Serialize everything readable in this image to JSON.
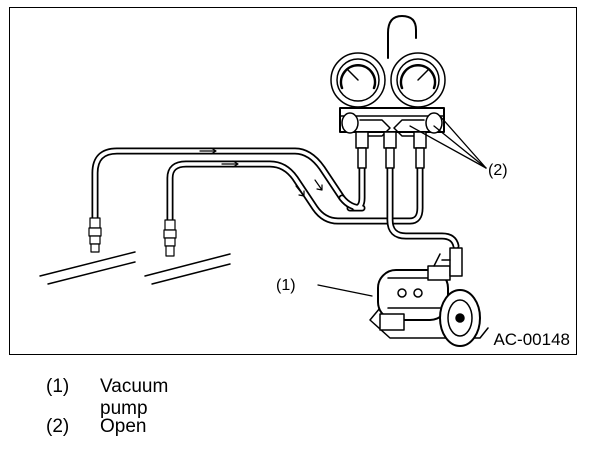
{
  "figure": {
    "id": "AC-00148",
    "callouts": {
      "pump": "(1)",
      "valves": "(2)"
    }
  },
  "legend": [
    {
      "num": "(1)",
      "text": "Vacuum pump"
    },
    {
      "num": "(2)",
      "text": "Open"
    }
  ]
}
